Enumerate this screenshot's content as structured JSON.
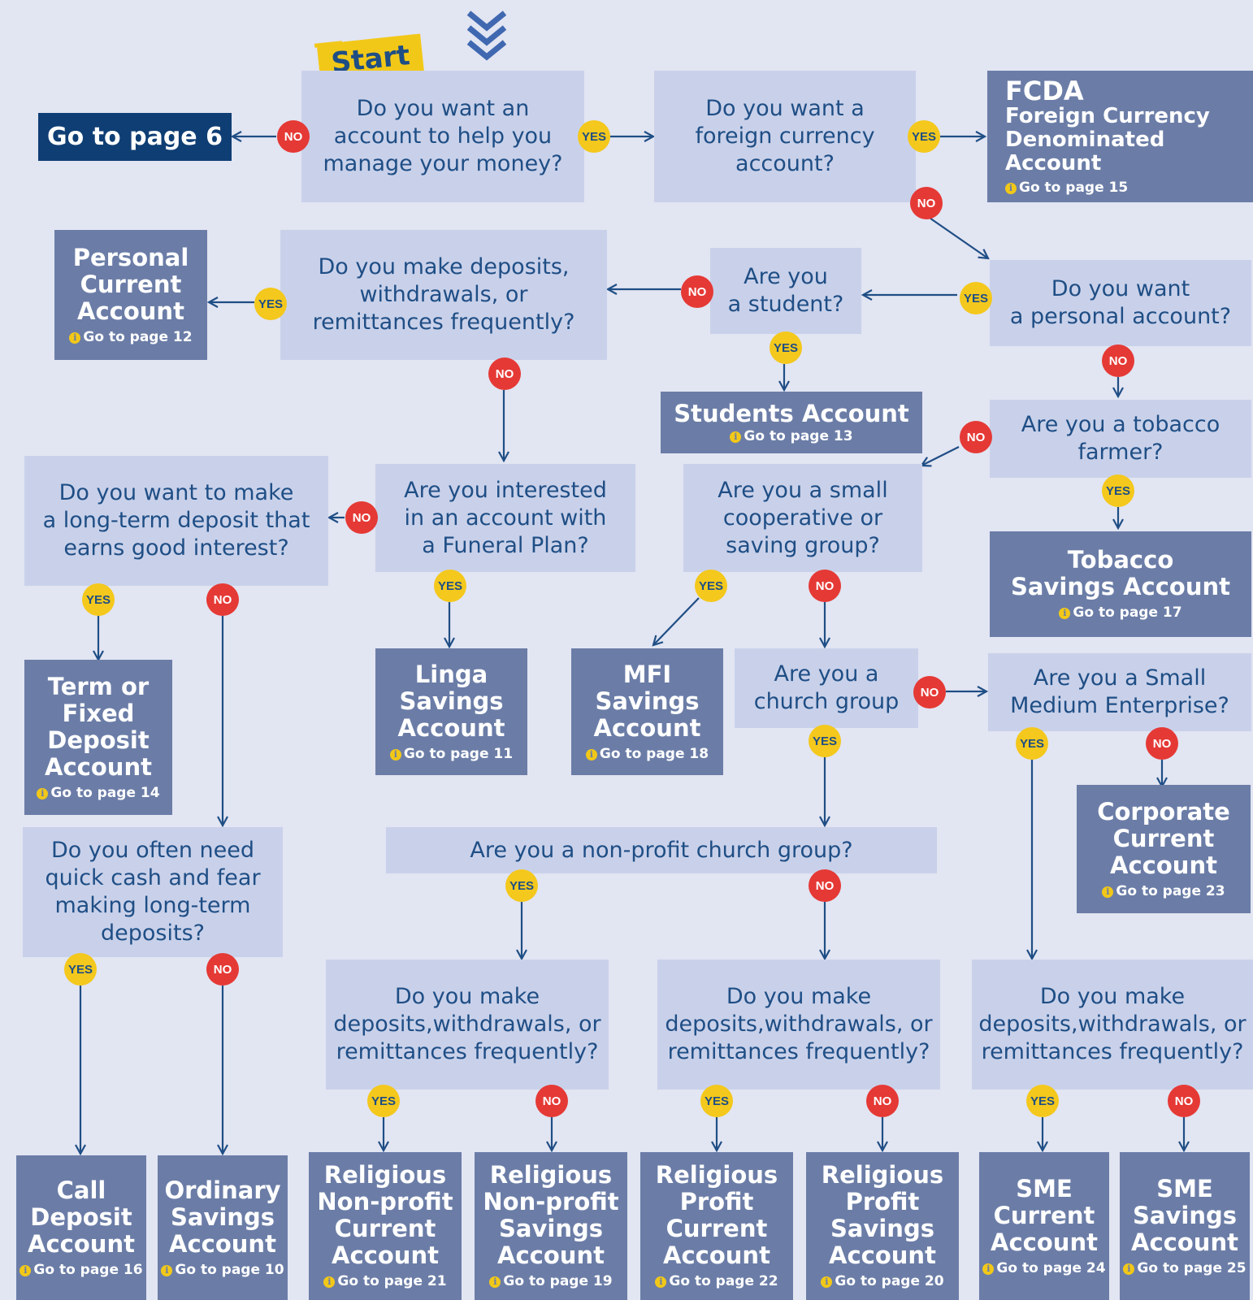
{
  "start_label": "Start",
  "go_page6": "Go to page 6",
  "yes_label": "YES",
  "no_label": "NO",
  "questions": {
    "q1": "Do you want an\naccount to help you\nmanage your money?",
    "q2": "Do you want a\nforeign currency\naccount?",
    "q3": "Do you want\na personal account?",
    "q4": "Are you\na student?",
    "q5": "Do you make deposits,\nwithdrawals, or\nremittances frequently?",
    "q6": "Are you a tobacco\nfarmer?",
    "q7": "Do you want to make\na long-term deposit that\nearns good interest?",
    "q8": "Are you interested\nin an account with\na Funeral Plan?",
    "q9": "Are you a small\ncooperative or\nsaving group?",
    "q10": "Are you a\nchurch group",
    "q11": "Are you a Small\nMedium Enterprise?",
    "q12": "Do you often need\nquick cash and fear\nmaking long-term\ndeposits?",
    "q13": "Are you a non-profit church group?",
    "q14": "Do you make\ndeposits,withdrawals, or\nremittances frequently?",
    "q15": "Do you make\ndeposits,withdrawals, or\nremittances frequently?",
    "q16": "Do you make\ndeposits,withdrawals, or\nremittances frequently?"
  },
  "fcda": {
    "title": "FCDA",
    "subtitle": "Foreign Currency\nDenominated Account",
    "page": "Go to page 15"
  },
  "results": {
    "personal": {
      "title": "Personal\nCurrent\nAccount",
      "page": "Go to page 12"
    },
    "students": {
      "title": "Students Account",
      "page": "Go to page 13"
    },
    "tobacco": {
      "title": "Tobacco\nSavings Account",
      "page": "Go to page 17"
    },
    "term": {
      "title": "Term or\nFixed\nDeposit\nAccount",
      "page": "Go to page 14"
    },
    "linga": {
      "title": "Linga\nSavings\nAccount",
      "page": "Go to page 11"
    },
    "mfi": {
      "title": "MFI\nSavings\nAccount",
      "page": "Go to page 18"
    },
    "corporate": {
      "title": "Corporate\nCurrent\nAccount",
      "page": "Go to page 23"
    },
    "call": {
      "title": "Call\nDeposit\nAccount",
      "page": "Go to page 16"
    },
    "ordinary": {
      "title": "Ordinary\nSavings\nAccount",
      "page": "Go to page 10"
    },
    "rnp_current": {
      "title": "Religious\nNon-profit\nCurrent\nAccount",
      "page": "Go to page 21"
    },
    "rnp_savings": {
      "title": "Religious\nNon-profit\nSavings\nAccount",
      "page": "Go to page 19"
    },
    "rp_current": {
      "title": "Religious\nProfit\nCurrent\nAccount",
      "page": "Go to page 22"
    },
    "rp_savings": {
      "title": "Religious\nProfit\nSavings\nAccount",
      "page": "Go to page 20"
    },
    "sme_current": {
      "title": "SME\nCurrent\nAccount",
      "page": "Go to page 24"
    },
    "sme_savings": {
      "title": "SME\nSavings\nAccount",
      "page": "Go to page 25"
    }
  },
  "colors": {
    "background": "#e2e5f2",
    "question_box": "#c9d1ea",
    "result_box": "#6b7da7",
    "dark_box": "#0f3e74",
    "text_blue": "#1f4e85",
    "yes_badge": "#f4c81c",
    "no_badge": "#e53935"
  }
}
